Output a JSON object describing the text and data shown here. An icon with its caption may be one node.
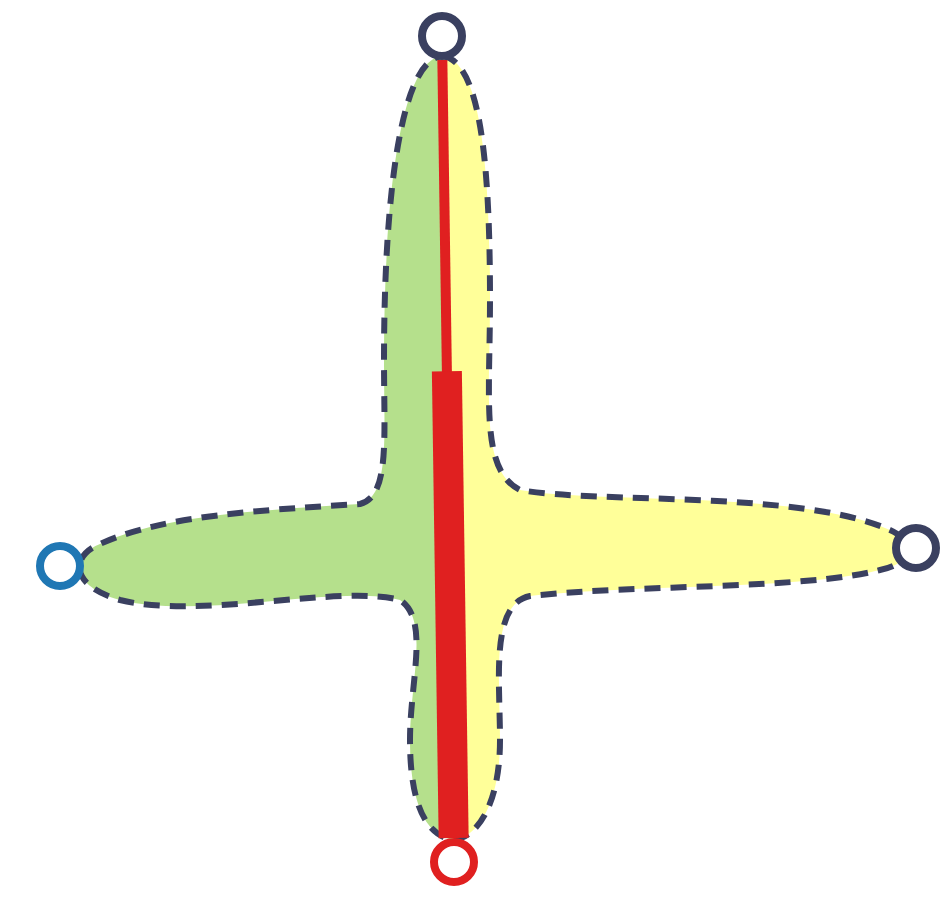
{
  "diagram": {
    "nodes": [
      {
        "text": [],
        "shape": "circle"
      },
      {
        "text": [],
        "shape": "circle"
      },
      {
        "text": [],
        "shape": "circle"
      },
      {
        "text": [],
        "shape": "circle"
      }
    ],
    "edges": [
      {
        "from": 0,
        "to": 3,
        "arrow": "none",
        "color": "#e02020"
      }
    ]
  }
}
